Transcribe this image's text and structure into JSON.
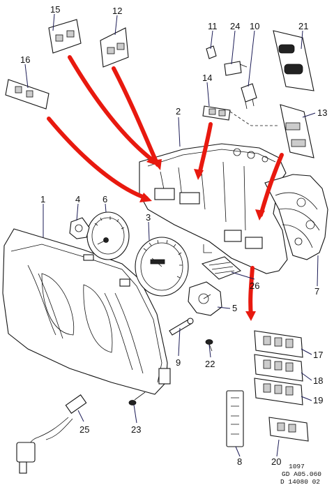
{
  "callouts": [
    {
      "id": "15",
      "label": "15"
    },
    {
      "id": "12",
      "label": "12"
    },
    {
      "id": "11",
      "label": "11"
    },
    {
      "id": "24",
      "label": "24"
    },
    {
      "id": "10",
      "label": "10"
    },
    {
      "id": "21",
      "label": "21"
    },
    {
      "id": "16",
      "label": "16"
    },
    {
      "id": "14",
      "label": "14"
    },
    {
      "id": "2",
      "label": "2"
    },
    {
      "id": "13",
      "label": "13"
    },
    {
      "id": "1",
      "label": "1"
    },
    {
      "id": "4",
      "label": "4"
    },
    {
      "id": "6",
      "label": "6"
    },
    {
      "id": "3",
      "label": "3"
    },
    {
      "id": "7",
      "label": "7"
    },
    {
      "id": "26",
      "label": "26"
    },
    {
      "id": "5",
      "label": "5"
    },
    {
      "id": "9",
      "label": "9"
    },
    {
      "id": "22",
      "label": "22"
    },
    {
      "id": "17",
      "label": "17"
    },
    {
      "id": "18",
      "label": "18"
    },
    {
      "id": "19",
      "label": "19"
    },
    {
      "id": "23",
      "label": "23"
    },
    {
      "id": "25",
      "label": "25"
    },
    {
      "id": "8",
      "label": "8"
    },
    {
      "id": "20",
      "label": "20"
    }
  ],
  "reference": {
    "line1": "1097",
    "line2": "GD  A05.060",
    "line3": "D  14080  02"
  },
  "colors": {
    "highlight_arrow": "#e8190f",
    "leader_line": "#1a1a55",
    "ink": "#111111"
  }
}
